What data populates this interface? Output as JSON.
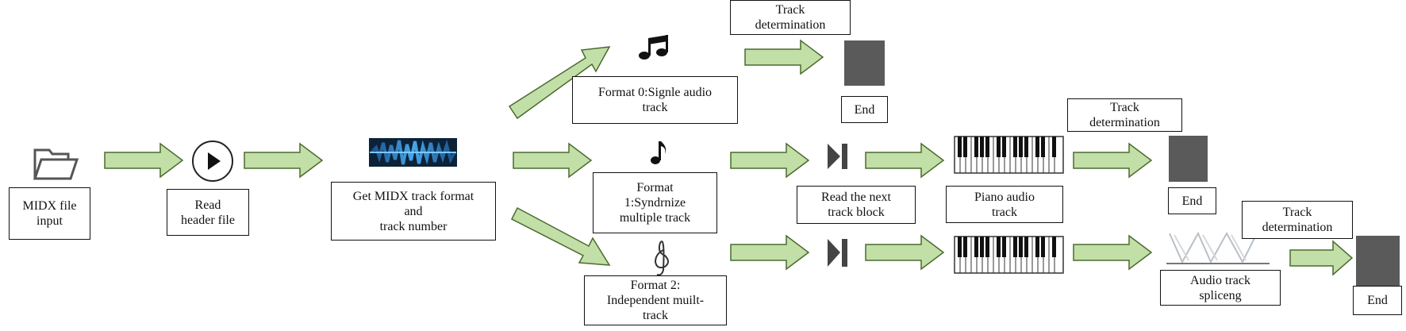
{
  "diagram": {
    "labels": {
      "midx_input": "MIDX file\ninput",
      "read_header": "Read\nheader file",
      "get_track_format": "Get MIDX track format\nand\ntrack number",
      "format0": "Format 0:Signle audio\ntrack",
      "format1": "Format\n1:Syndrnize\nmultiple track",
      "format2": "Format 2:\nIndependent muilt-\ntrack",
      "track_det_1": "Track\ndetermination",
      "end_1": "End",
      "read_next_block": "Read the next\ntrack block",
      "piano_track": "Piano audio\ntrack",
      "track_det_2": "Track\ndetermination",
      "end_2": "End",
      "audio_splice": "Audio track\nspliceng",
      "track_det_3": "Track\ndetermination",
      "end_3": "End"
    },
    "colors": {
      "arrow_fill": "#c3dfa8",
      "arrow_stroke": "#4a6b2e",
      "block_gray": "#5a5a5a",
      "waveform_blue": "#2f80c8",
      "line": "#111111"
    },
    "icons": [
      "folder-icon",
      "play-icon",
      "waveform-icon",
      "music-note-double-icon",
      "music-note-icon",
      "treble-clef-icon",
      "play-next-icon",
      "piano-keys-icon",
      "splice-icon",
      "end-block-icon"
    ]
  }
}
